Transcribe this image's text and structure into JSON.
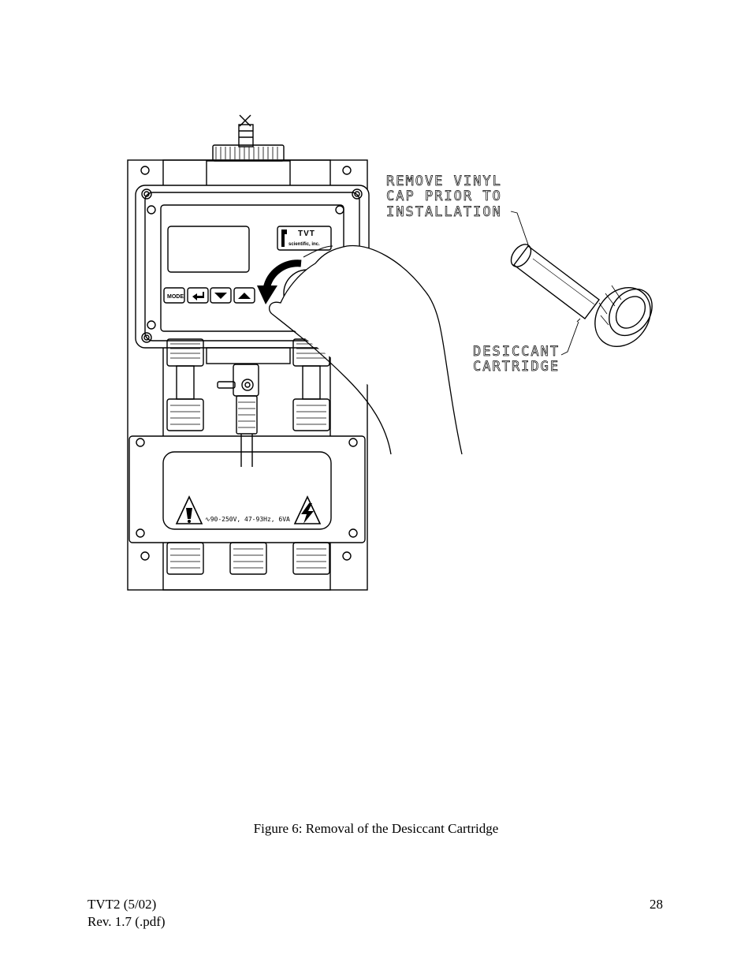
{
  "figure": {
    "callout_remove_cap": [
      "REMOVE VINYL",
      "CAP PRIOR TO",
      "INSTALLATION"
    ],
    "callout_desiccant": [
      "DESICCANT",
      "CARTRIDGE"
    ],
    "button_mode": "MODE",
    "brand_name": "TVT",
    "brand_sub": "scientific, inc.",
    "power_rating": "∿90-250V, 47-93Hz, 6VA"
  },
  "caption": "Figure 6: Removal of the Desiccant Cartridge",
  "footer": {
    "doc_id": "TVT2 (5/02)",
    "revision": "Rev. 1.7 (.pdf)",
    "page_number": "28"
  }
}
